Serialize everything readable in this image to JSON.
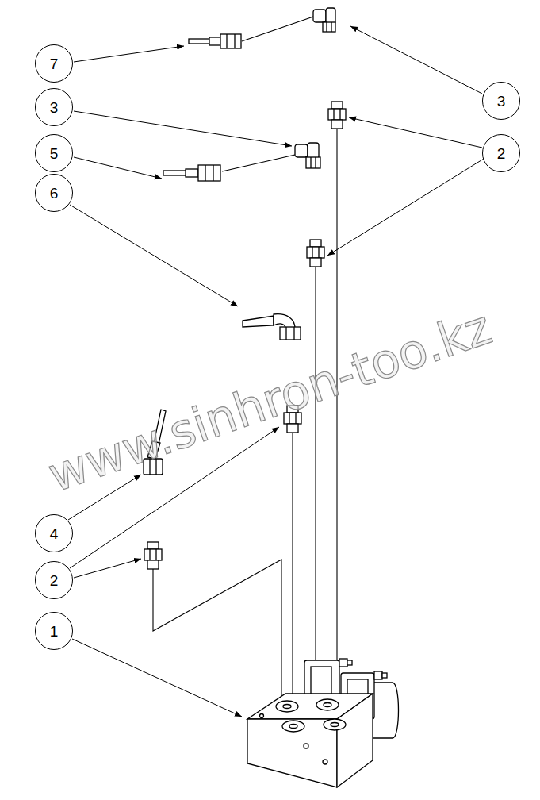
{
  "diagram": {
    "nodes": [
      {
        "text": [
          "7"
        ]
      },
      {
        "text": [
          "3"
        ]
      },
      {
        "text": [
          "3"
        ]
      },
      {
        "text": [
          "5"
        ]
      },
      {
        "text": [
          "2"
        ]
      },
      {
        "text": [
          "6"
        ]
      },
      {
        "text": [
          "4"
        ]
      },
      {
        "text": [
          "2"
        ]
      },
      {
        "text": [
          "1"
        ]
      }
    ],
    "labels": [
      "www.sinhron-too.kz"
    ]
  }
}
